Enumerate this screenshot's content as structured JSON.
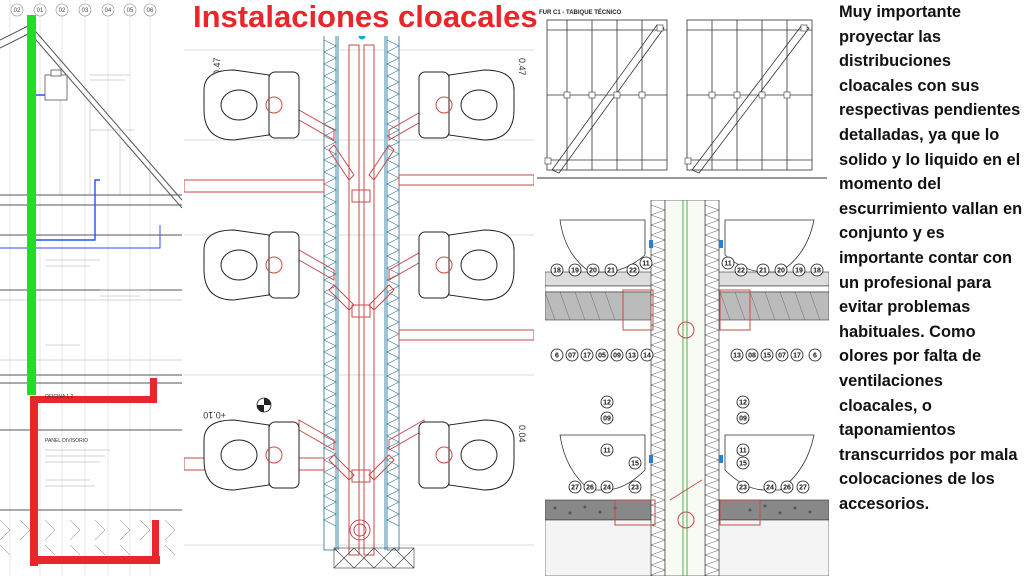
{
  "title": "Instalaciones cloacales.",
  "note": "Muy importante proyectar las distribuciones cloacales con sus respectivas pendientes detalladas, ya que lo solido y lo liquido en el momento del escurrimiento vallan en conjunto y es importante contar con un profesional para evitar problemas habituales. Como olores por falta de ventilaciones cloacales, o taponamientos transcurridos por mala colocaciones de los accesorios.",
  "left_drawing": {
    "grid_labels": [
      "02",
      "01",
      "02",
      "03",
      "04",
      "05",
      "06"
    ],
    "side_labels": [
      "OFICINA 1.2",
      "PANEL DIVISORIO"
    ]
  },
  "center_drawing": {
    "dimensions": [
      "0.47",
      "0.47",
      "0.04",
      "+0.10"
    ]
  },
  "top_right_drawing": {
    "heading": "FUR C1 - TABIQUE TÉCNICO"
  },
  "bottom_right_drawing": {
    "row1": [
      "18",
      "19",
      "20",
      "21",
      "22",
      "11",
      "11",
      "22",
      "21",
      "20",
      "19",
      "18"
    ],
    "row2": [
      "6",
      "07",
      "17",
      "05",
      "09",
      "13",
      "14",
      "13",
      "08",
      "15",
      "07",
      "17",
      "6"
    ],
    "row3": [
      "12",
      "09",
      "11",
      "15",
      "12",
      "09",
      "11",
      "15"
    ],
    "row4": [
      "27",
      "26",
      "24",
      "23",
      "23",
      "24",
      "26",
      "27"
    ]
  },
  "colors": {
    "title": "#e8262b",
    "pipe_red": "#e8262b",
    "vent_green": "#22dd22",
    "water_blue": "#2255ee",
    "drawing_red": "#c84a4a",
    "highlight_cyan": "#1fa5c9"
  }
}
